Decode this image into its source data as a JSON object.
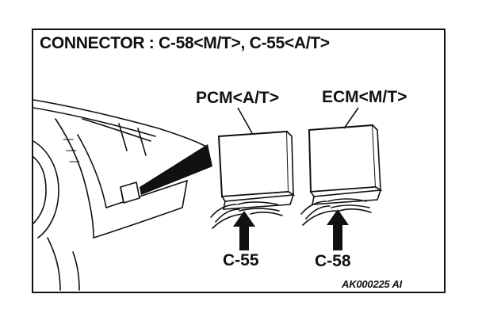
{
  "diagram": {
    "title": "CONNECTOR : C-58<M/T>, C-55<A/T>",
    "modules": [
      {
        "id": "pcm",
        "label": "PCM<A/T>",
        "connector": "C-55"
      },
      {
        "id": "ecm",
        "label": "ECM<M/T>",
        "connector": "C-58"
      }
    ],
    "figure_code": "AK000225 AI",
    "colors": {
      "ink": "#111111",
      "background": "#ffffff"
    }
  }
}
